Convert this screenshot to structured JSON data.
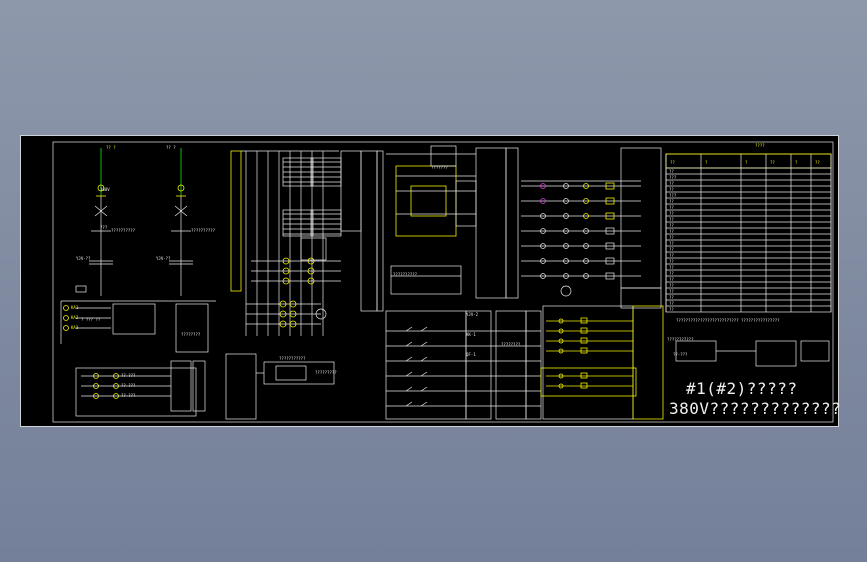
{
  "drawing": {
    "title_line1": "#1(#2)?????",
    "title_line2": "380V?????????????",
    "note_line": "?????????????????????????? ????????????????",
    "top_left_label_a": "?? ?",
    "top_left_label_b": "?? ?",
    "label_380": "380V",
    "label_k": "???",
    "panel_header": "????",
    "schedule": {
      "header_cols": [
        "??",
        "?",
        "?",
        "??",
        "?",
        "??",
        "??",
        "??"
      ],
      "header_caption": "??",
      "row_labels": [
        "??",
        "???",
        "??",
        "??",
        "???",
        "??",
        "??",
        "??",
        "??",
        "??",
        "??",
        "??",
        "??",
        "??",
        "??",
        "??",
        "??",
        "??",
        "??",
        "??",
        "??",
        "??",
        "??",
        "??"
      ]
    },
    "fragments": [
      "???????????",
      "??????????",
      "???????",
      "???????????",
      "?????????",
      "????????",
      "??-???",
      "YJV-2",
      "KK-1",
      "QF-1",
      "????????",
      "? ??? ??"
    ]
  },
  "colors": {
    "sheet": "#000000",
    "line": "#e8e8e8",
    "accent_yellow": "#f4f200",
    "accent_green": "#20e020",
    "accent_magenta": "#e040e0"
  }
}
